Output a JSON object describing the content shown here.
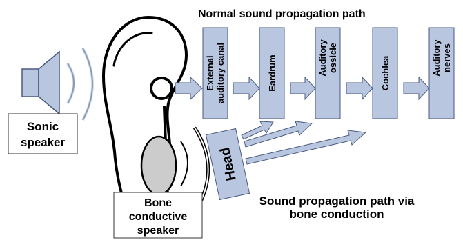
{
  "title_top": "Normal sound propagation path",
  "title_bottom_line1": "Sound propagation path via",
  "title_bottom_line2": "bone conduction",
  "sonic_speaker": {
    "line1": "Sonic",
    "line2": "speaker"
  },
  "bone_speaker": {
    "line1": "Bone",
    "line2": "conductive",
    "line3": "speaker"
  },
  "head_label": "Head",
  "path_boxes": [
    {
      "line1": "External",
      "line2": "auditory canal"
    },
    {
      "line1": "Eardrum",
      "line2": ""
    },
    {
      "line1": "Auditory",
      "line2": "ossicle"
    },
    {
      "line1": "Cochlea",
      "line2": ""
    },
    {
      "line1": "Auditory",
      "line2": "nerves"
    }
  ],
  "colors": {
    "box_fill": "#b8c6e0",
    "box_stroke": "#4a5a80",
    "arrow_fill": "#b8c6e0",
    "line": "#000000"
  }
}
